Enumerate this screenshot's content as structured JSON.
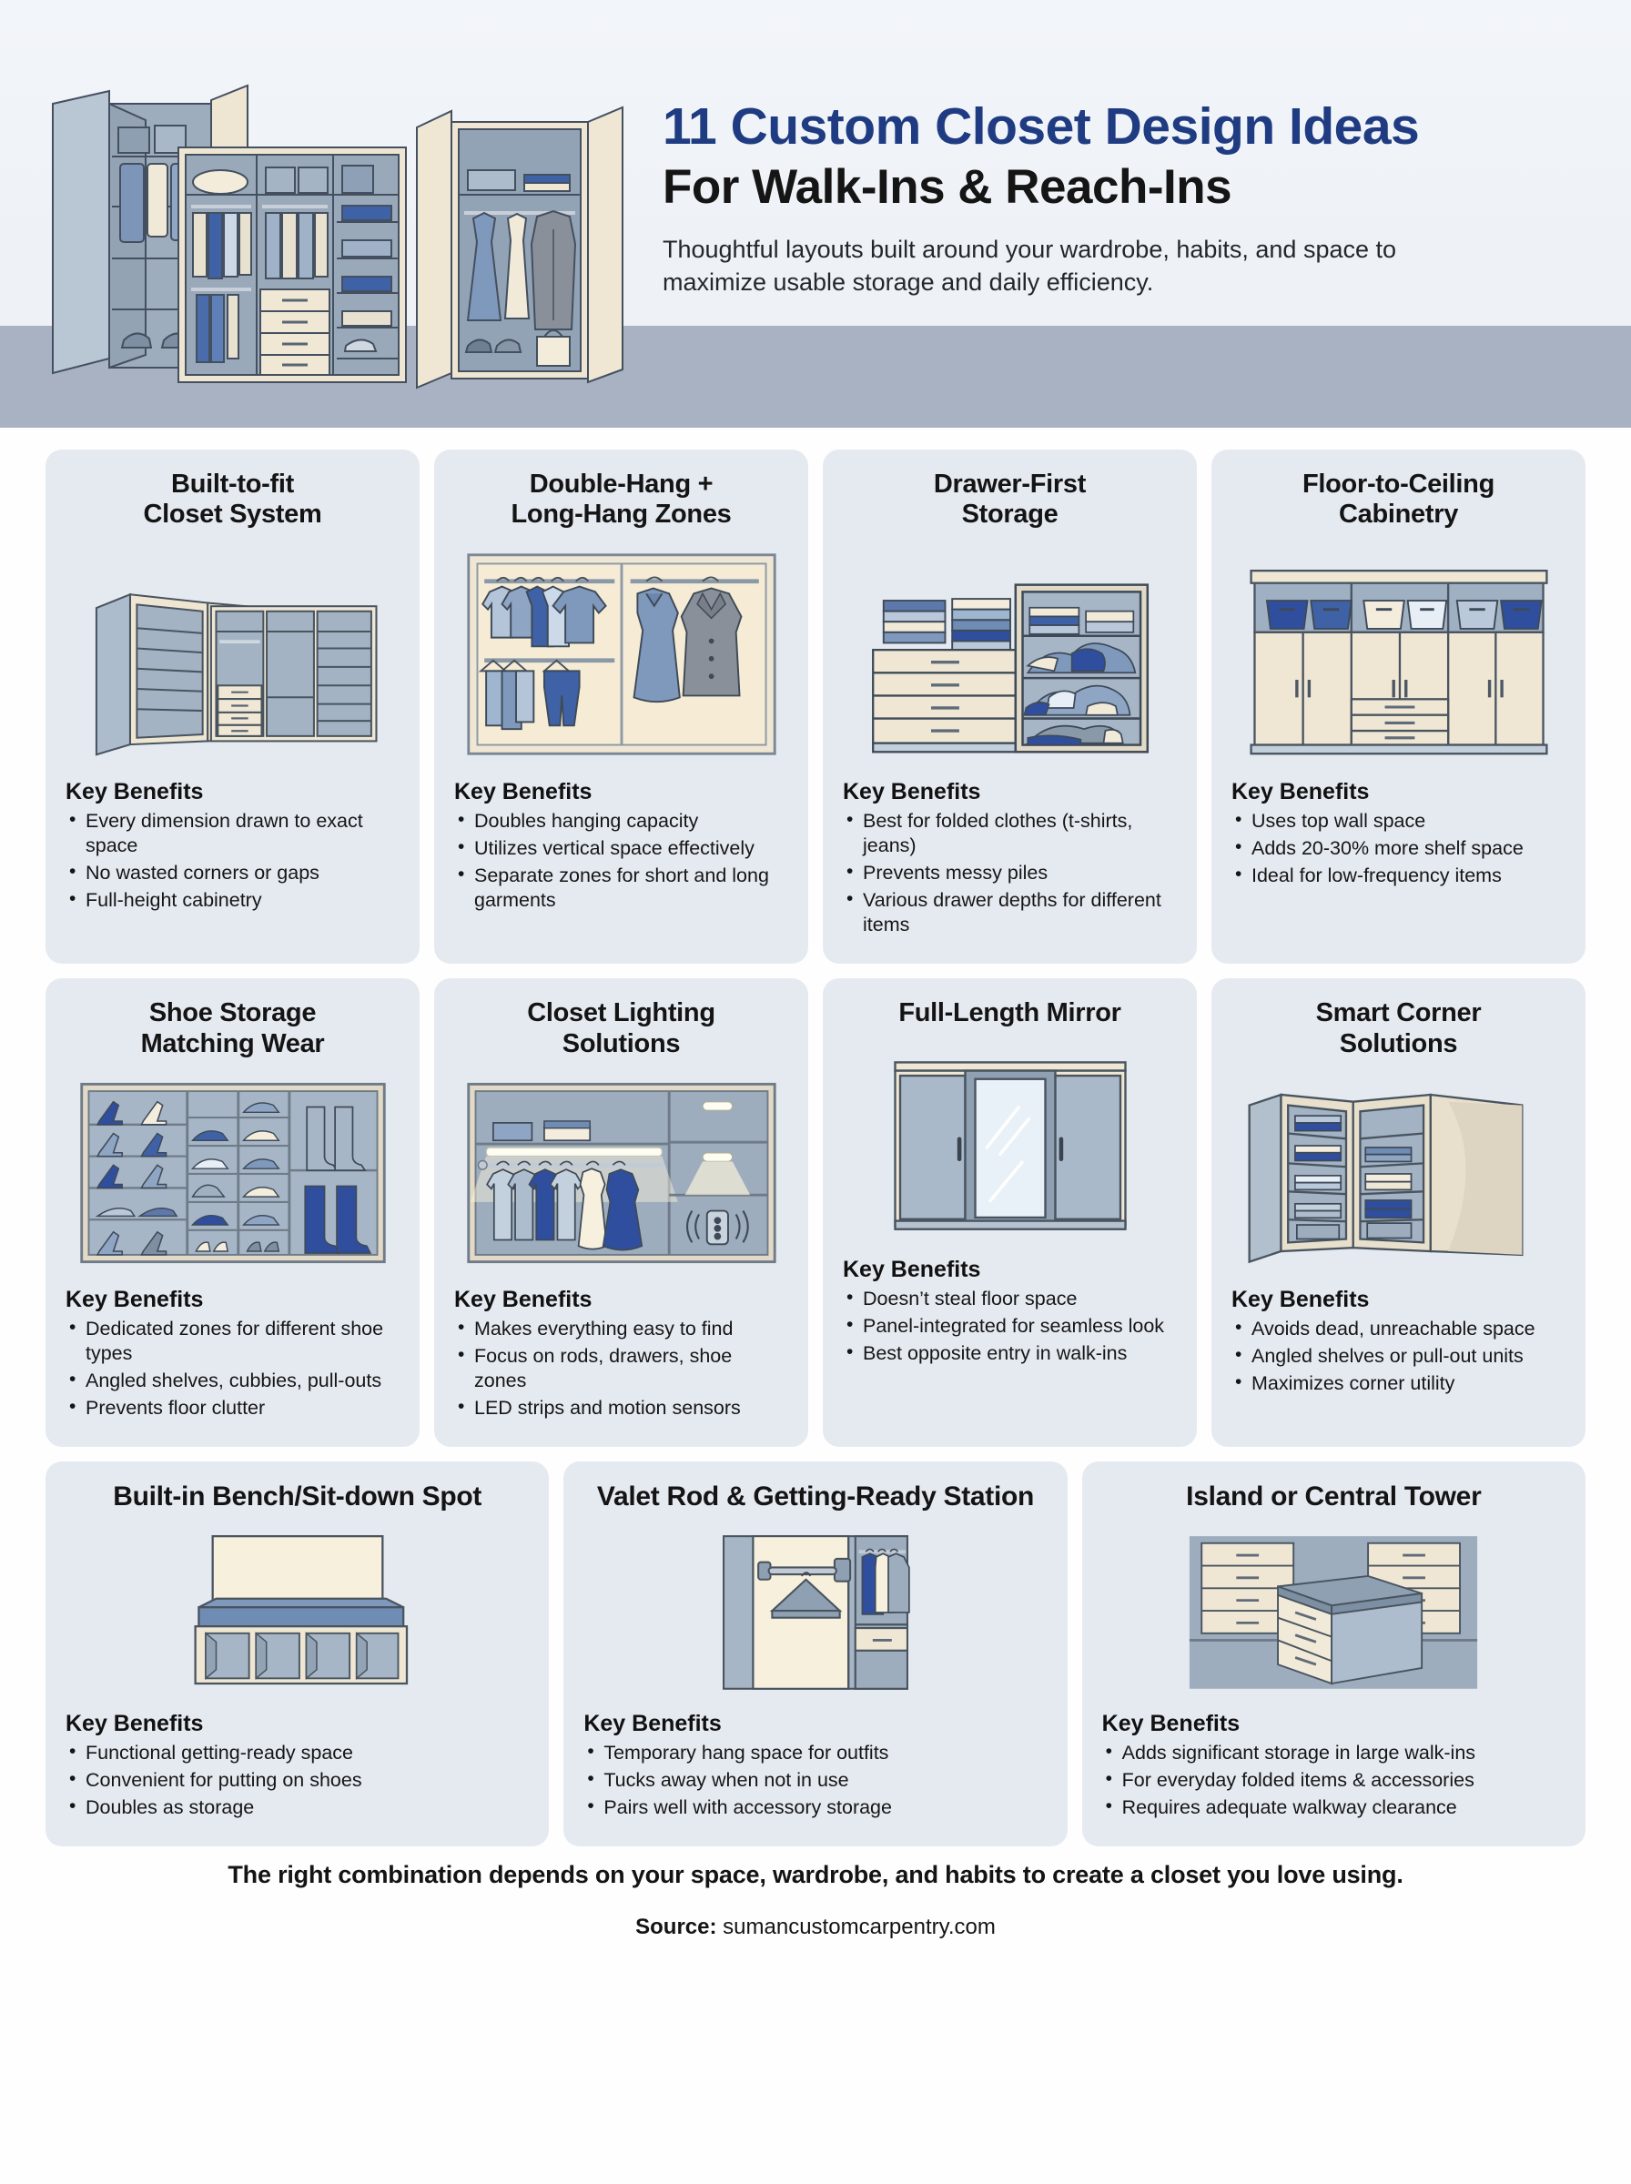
{
  "header": {
    "title_line1": "11 Custom Closet Design Ideas",
    "title_line2": "For Walk-Ins & Reach-Ins",
    "subtitle": "Thoughtful layouts built around your wardrobe, habits, and space to maximize usable storage and daily efficiency.",
    "accent_color": "#1f3c82",
    "floor_color": "#a8b2c2",
    "background_color": "#eef2f7"
  },
  "card_style": {
    "background": "#e5eaf1",
    "title_color": "#141414",
    "cream": "#f5e8ce",
    "blue_dark": "#2f4f9e",
    "blue_mid": "#6f8cb4",
    "blue_light": "#b4c5da",
    "gray": "#8c99a8",
    "outline": "#3c4756"
  },
  "key_benefits_label": "Key Benefits",
  "cards": [
    {
      "id": 1,
      "title": "Built-to-fit\nCloset System",
      "title_l1": "Built-to-fit",
      "title_l2": "Closet System",
      "icon": "corner-closet-system-illustration",
      "benefits": [
        "Every dimension drawn to exact space",
        "No wasted corners or gaps",
        "Full-height cabinetry"
      ]
    },
    {
      "id": 2,
      "title_l1": "Double-Hang +",
      "title_l2": "Long-Hang Zones",
      "icon": "double-hang-rods-illustration",
      "benefits": [
        "Doubles hanging capacity",
        "Utilizes vertical space effectively",
        "Separate zones for short and long garments"
      ]
    },
    {
      "id": 3,
      "title_l1": "Drawer-First",
      "title_l2": "Storage",
      "icon": "dresser-drawers-illustration",
      "benefits": [
        "Best for folded clothes (t-shirts, jeans)",
        "Prevents messy piles",
        "Various drawer depths for different items"
      ]
    },
    {
      "id": 4,
      "title_l1": "Floor-to-Ceiling",
      "title_l2": "Cabinetry",
      "icon": "tall-cabinet-doors-illustration",
      "benefits": [
        "Uses top wall space",
        "Adds 20-30% more shelf space",
        "Ideal for low-frequency items"
      ]
    },
    {
      "id": 5,
      "title_l1": "Shoe Storage",
      "title_l2": "Matching Wear",
      "icon": "shoe-rack-illustration",
      "benefits": [
        "Dedicated zones for different shoe types",
        "Angled shelves, cubbies, pull-outs",
        "Prevents floor clutter"
      ]
    },
    {
      "id": 6,
      "title_l1": "Closet Lighting",
      "title_l2": "Solutions",
      "icon": "led-lighting-illustration",
      "benefits": [
        "Makes everything easy to find",
        "Focus on rods, drawers, shoe zones",
        "LED strips and motion sensors"
      ]
    },
    {
      "id": 7,
      "title_l1": "Full-Length Mirror",
      "title_l2": "",
      "icon": "mirror-panel-illustration",
      "benefits": [
        "Doesn’t steal floor space",
        "Panel-integrated for seamless look",
        "Best opposite entry in walk-ins"
      ]
    },
    {
      "id": 8,
      "title_l1": "Smart Corner",
      "title_l2": "Solutions",
      "icon": "corner-shelving-illustration",
      "benefits": [
        "Avoids dead, unreachable space",
        "Angled shelves or pull-out units",
        "Maximizes corner utility"
      ]
    },
    {
      "id": 9,
      "title_l1": "Built-in Bench/Sit-down Spot",
      "title_l2": "",
      "icon": "bench-with-cubbies-illustration",
      "benefits": [
        "Functional getting-ready space",
        "Convenient for putting on shoes",
        "Doubles as storage"
      ]
    },
    {
      "id": 10,
      "title_l1": "Valet Rod & Getting-Ready Station",
      "title_l2": "",
      "icon": "valet-rod-illustration",
      "benefits": [
        "Temporary hang space for outfits",
        "Tucks away when not in use",
        "Pairs well with accessory storage"
      ]
    },
    {
      "id": 11,
      "title_l1": "Island or Central Tower",
      "title_l2": "",
      "icon": "closet-island-illustration",
      "benefits": [
        "Adds significant storage in large walk-ins",
        "For everyday folded items & accessories",
        "Requires adequate walkway clearance"
      ]
    }
  ],
  "footer": {
    "closing_line": "The right combination depends on your space, wardrobe, and habits to create a closet you love using.",
    "source_label": "Source:",
    "source_value": "sumancustomcarpentry.com"
  }
}
